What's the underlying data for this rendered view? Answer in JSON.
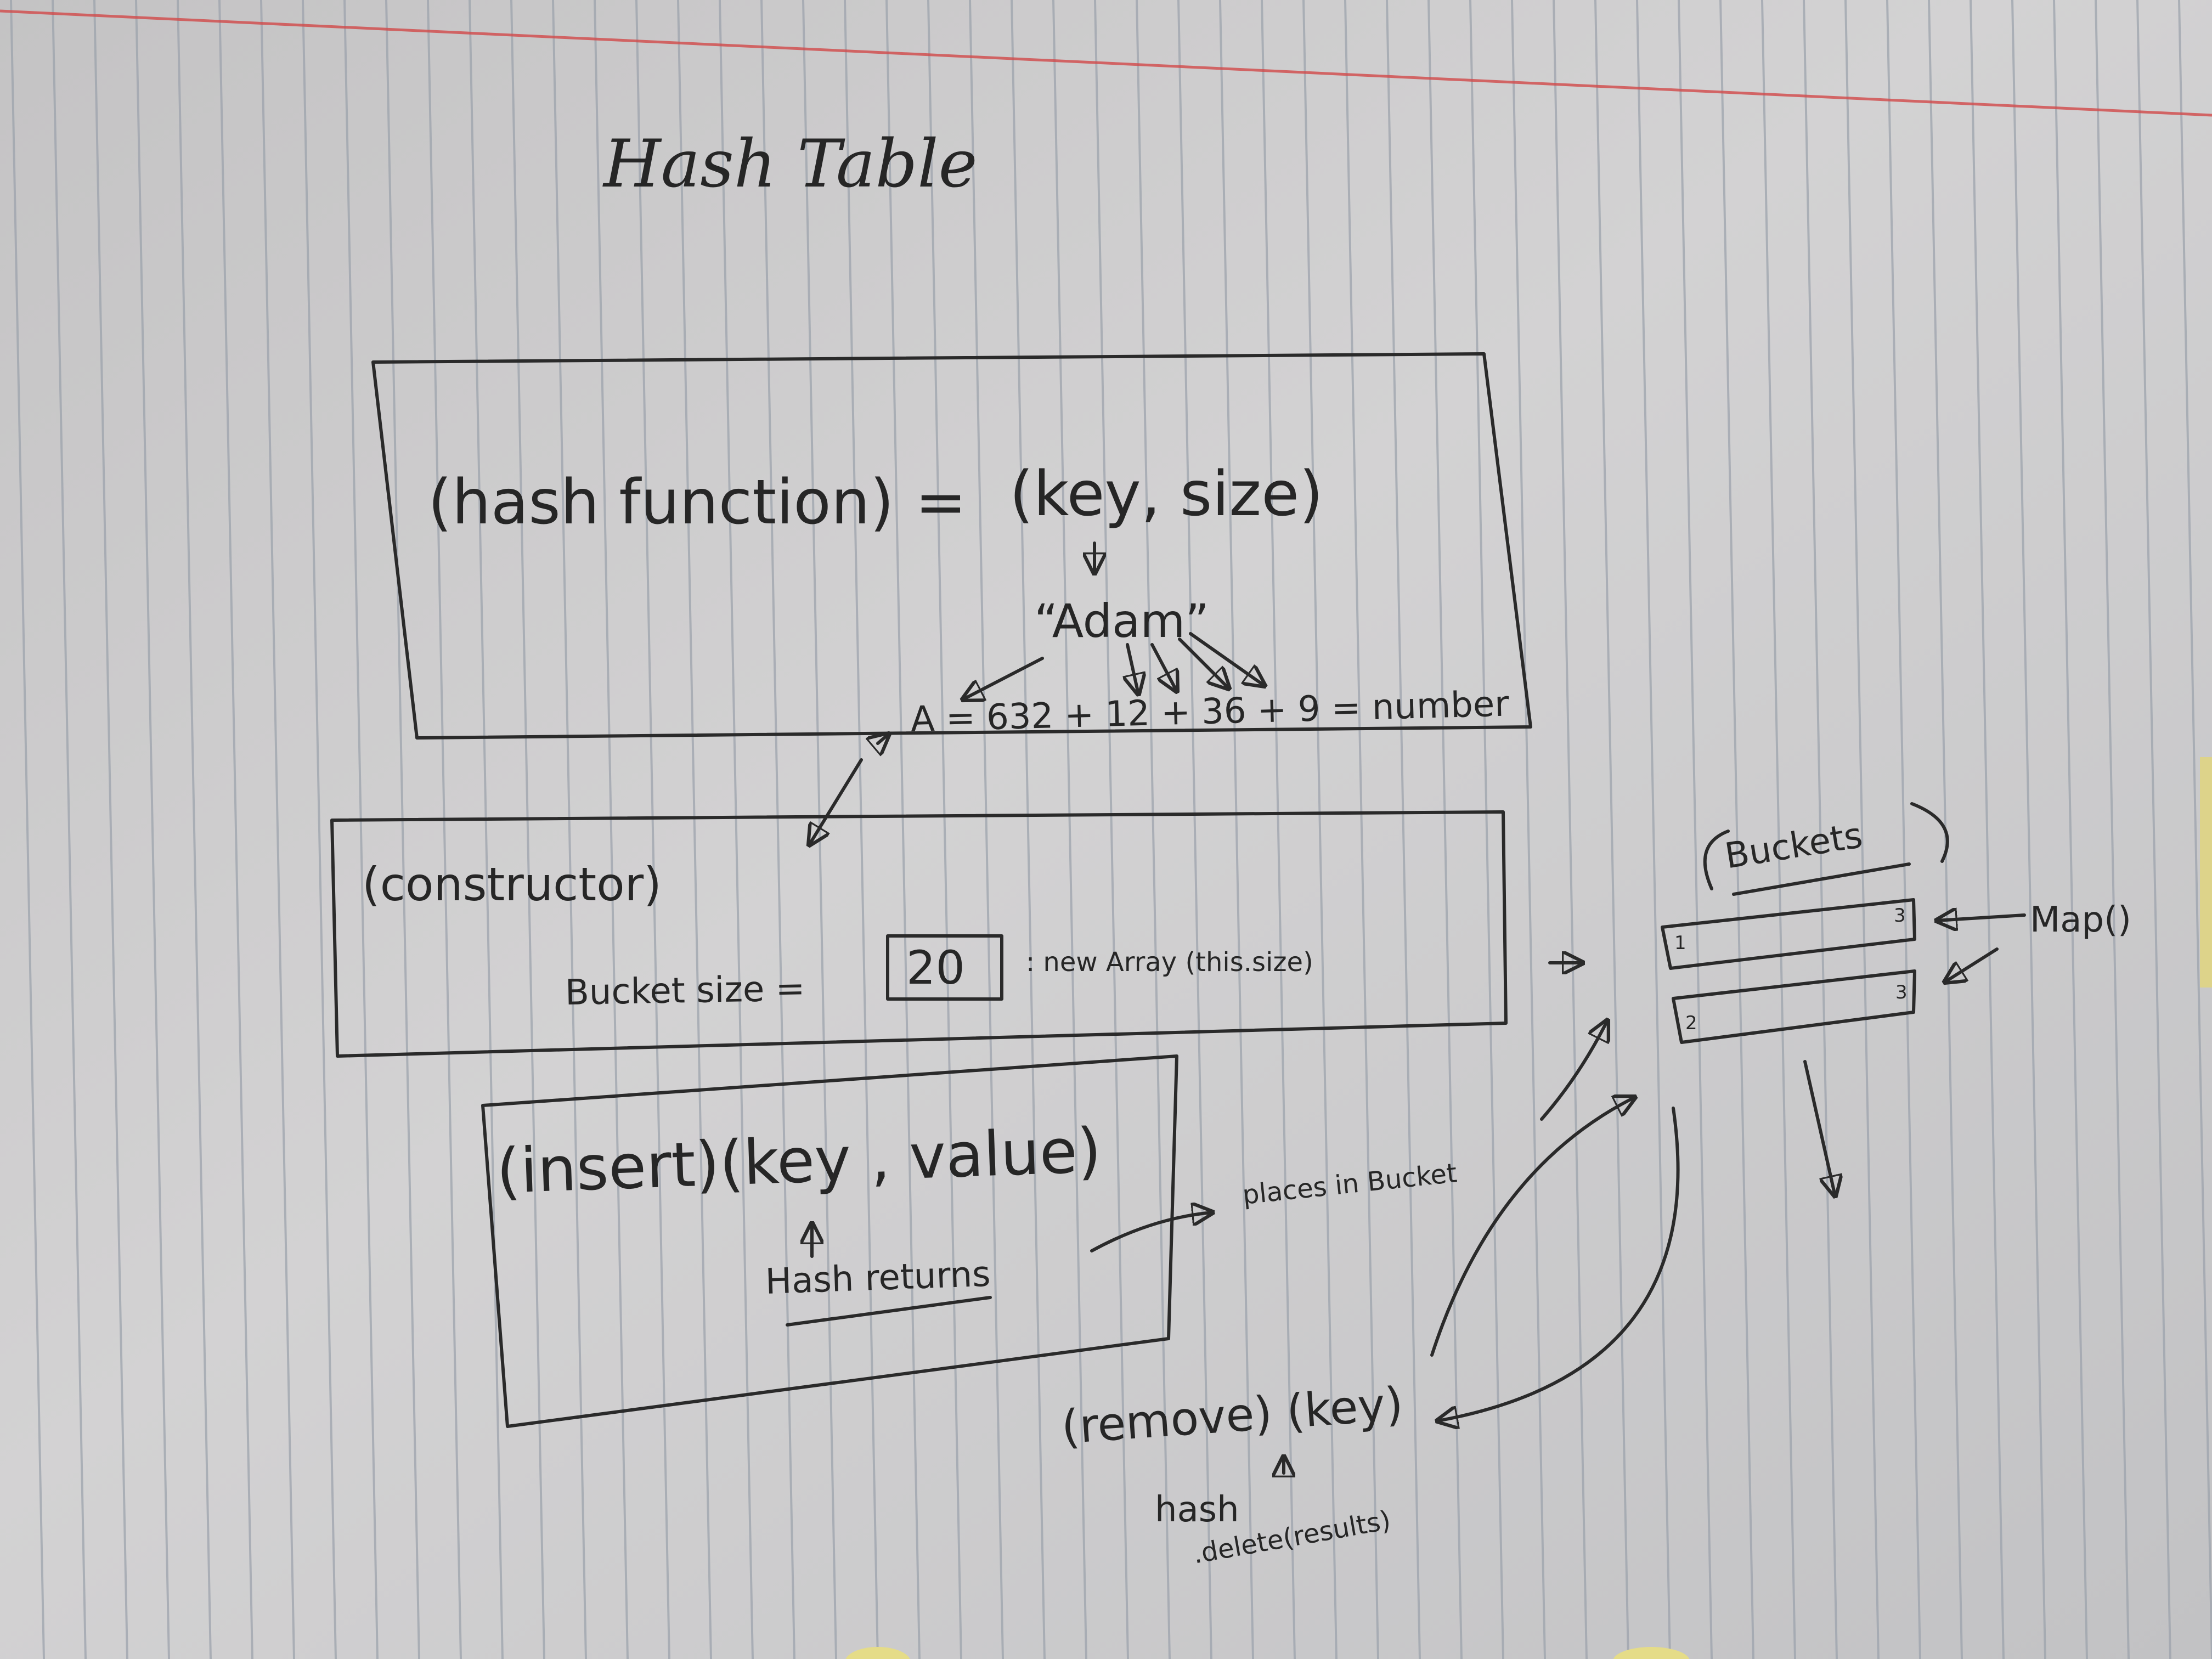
{
  "title": "Hash Table",
  "hash_box": {
    "label": "hash function",
    "assign": "=",
    "params": "key,  size",
    "example_key": "“Adam”",
    "sum": "A = 632 + 12 + 36 + 9 = number"
  },
  "constructor_box": {
    "label": "constructor",
    "bucket_size_label": "Bucket size =",
    "bucket_size_value": "20",
    "array_expr": ": new Array (this.size)"
  },
  "buckets": {
    "label": "Buckets",
    "slot_1_left": "1",
    "slot_1_right": "3",
    "slot_2_left": "2",
    "slot_2_right": "3",
    "map_label": "Map()"
  },
  "insert_box": {
    "label": "insert",
    "params": "key , value",
    "hash_returns": "Hash returns",
    "places": "places in Bucket"
  },
  "remove": {
    "label": "remove",
    "params": "key",
    "hash": "hash",
    "delete": ".delete(results)"
  }
}
